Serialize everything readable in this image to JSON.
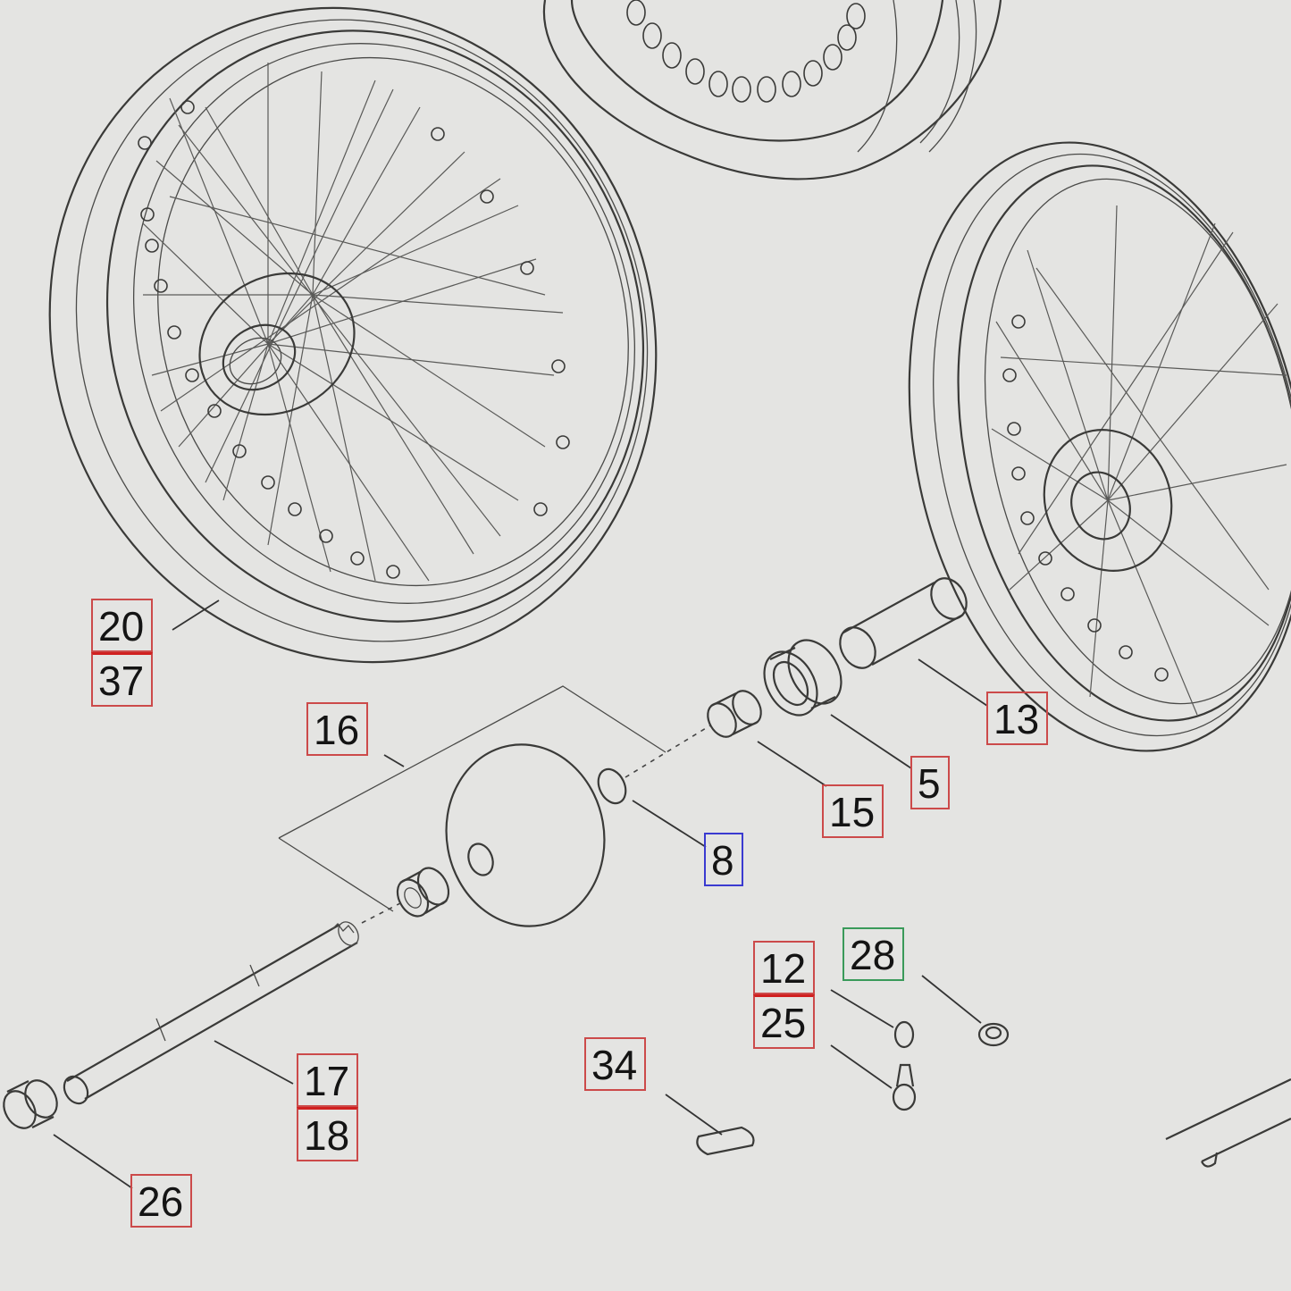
{
  "theme": {
    "background": "#e4e4e2",
    "line_color": "#3a3a38",
    "callout_border_default": "#cc4a4a",
    "callout_border_highlight_blue": "#3a3ad0",
    "callout_border_highlight_green": "#3a9a5a",
    "callout_divider": "#d02020"
  },
  "callouts": [
    {
      "id": "c20",
      "labels": [
        "20",
        "37"
      ],
      "style": "red"
    },
    {
      "id": "c16",
      "labels": [
        "16"
      ],
      "style": "red"
    },
    {
      "id": "c13",
      "labels": [
        "13"
      ],
      "style": "red"
    },
    {
      "id": "c5",
      "labels": [
        "5"
      ],
      "style": "red"
    },
    {
      "id": "c15",
      "labels": [
        "15"
      ],
      "style": "red"
    },
    {
      "id": "c8",
      "labels": [
        "8"
      ],
      "style": "blue"
    },
    {
      "id": "c12",
      "labels": [
        "12",
        "25"
      ],
      "style": "red"
    },
    {
      "id": "c28",
      "labels": [
        "28"
      ],
      "style": "green"
    },
    {
      "id": "c34",
      "labels": [
        "34"
      ],
      "style": "red"
    },
    {
      "id": "c17",
      "labels": [
        "17",
        "18"
      ],
      "style": "red"
    },
    {
      "id": "c26",
      "labels": [
        "26"
      ],
      "style": "red"
    }
  ]
}
